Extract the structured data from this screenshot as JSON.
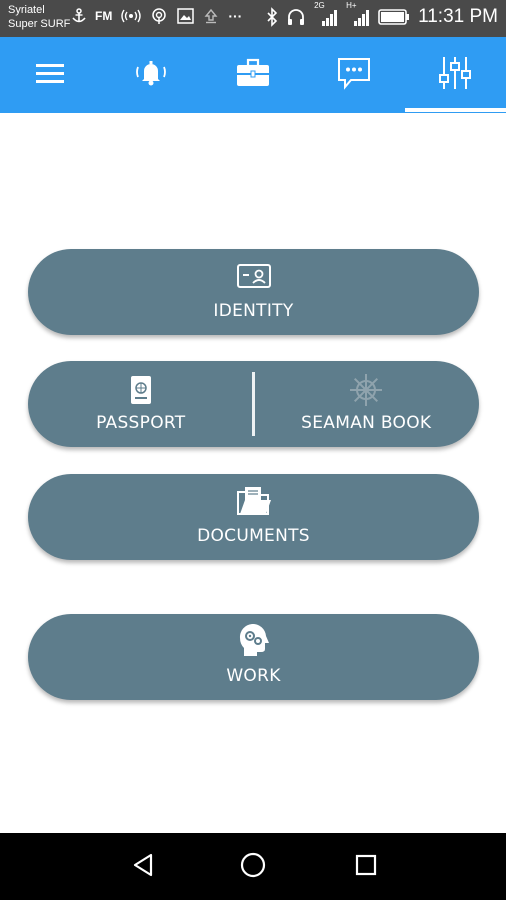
{
  "status_bar": {
    "carrier_line1": "Syriatel",
    "carrier_line2": "Super SURF",
    "fm": "FM",
    "network_label": "2G",
    "hplus_label": "H+",
    "time": "11:31 PM",
    "icons": [
      "anchor-icon",
      "radio-waves-icon",
      "hotspot-icon",
      "image-icon",
      "upload-icon",
      "more-dots-icon",
      "bluetooth-icon",
      "headset-icon",
      "signal-icon",
      "battery-icon"
    ]
  },
  "tabs": [
    {
      "name": "menu",
      "icon": "hamburger-icon"
    },
    {
      "name": "notifications",
      "icon": "bell-icon"
    },
    {
      "name": "jobs",
      "icon": "briefcase-icon"
    },
    {
      "name": "messages",
      "icon": "chat-icon"
    },
    {
      "name": "settings",
      "icon": "sliders-icon",
      "active": true
    }
  ],
  "buttons": {
    "identity": "IDENTITY",
    "passport": "PASSPORT",
    "seaman_book": "SEAMAN BOOK",
    "documents": "DOCUMENTS",
    "work": "WORK"
  },
  "colors": {
    "app_bar": "#2f9cf3",
    "button": "#5e7d8c",
    "status_bar": "#4a4a4a",
    "nav_bar": "#000000"
  },
  "nav": [
    "back-icon",
    "home-icon",
    "recents-icon"
  ]
}
